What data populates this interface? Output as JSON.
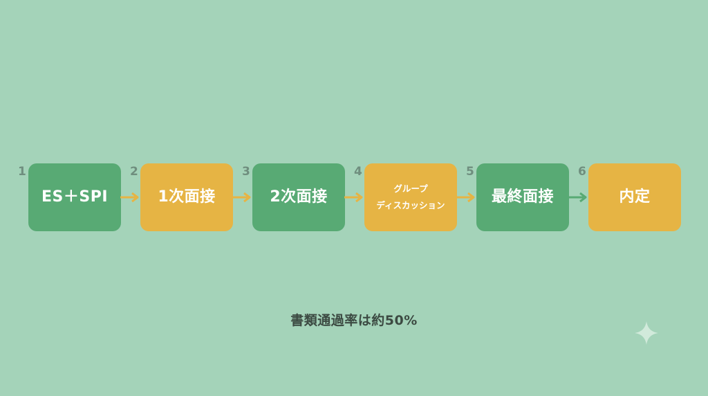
{
  "steps": [
    {
      "number": "1",
      "label": "ES＋SPI",
      "color": "green"
    },
    {
      "number": "2",
      "label": "1次面接",
      "color": "yellow"
    },
    {
      "number": "3",
      "label": "2次面接",
      "color": "green"
    },
    {
      "number": "4",
      "label_line1": "グループ",
      "label_line2": "ディスカッション",
      "color": "yellow"
    },
    {
      "number": "5",
      "label": "最終面接",
      "color": "green"
    },
    {
      "number": "6",
      "label": "内定",
      "color": "yellow"
    }
  ],
  "caption": "書類通過率は約50%",
  "colors": {
    "background": "#a4d3b9",
    "green": "#58aa74",
    "yellow": "#e6b444",
    "number": "#6f8e7e",
    "caption": "#3c4a42"
  },
  "icons": {
    "arrow": "arrow-right-icon",
    "sparkle": "sparkle-icon"
  }
}
